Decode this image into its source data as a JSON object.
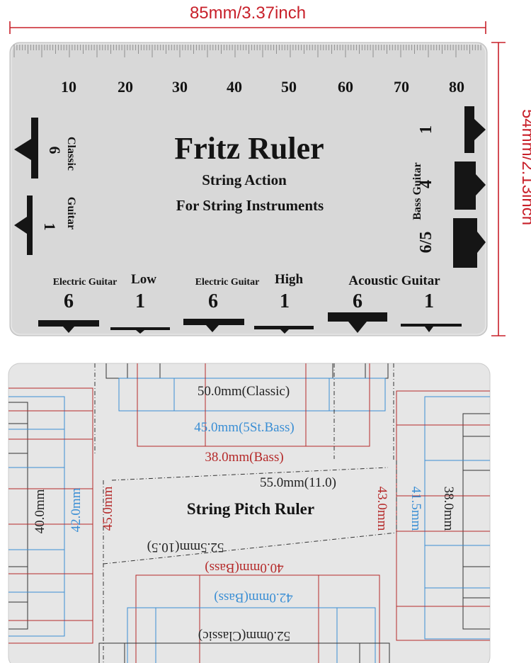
{
  "dimensions": {
    "width_label": "85mm/3.37inch",
    "height_label": "54mm/2.13inch",
    "color": "#c8202a"
  },
  "fritz_ruler": {
    "title": "Fritz Ruler",
    "subtitle_1": "String Action",
    "subtitle_2": "For String Instruments",
    "scale_numbers": [
      "10",
      "20",
      "30",
      "40",
      "50",
      "60",
      "70",
      "80"
    ],
    "classic_guitar": {
      "label_1": "Classic",
      "label_2": "Guitar",
      "upper_number": "6",
      "lower_number": "1"
    },
    "bass_guitar": {
      "label": "Bass Guitar",
      "numbers": [
        "1",
        "4",
        "6/5"
      ]
    },
    "groups": [
      {
        "label_1": "Electric Guitar",
        "label_2": "Low",
        "numbers": [
          "6",
          "1"
        ]
      },
      {
        "label_1": "Electric Guitar",
        "label_2": "High",
        "numbers": [
          "6",
          "1"
        ]
      },
      {
        "label": "Acoustic Guitar",
        "numbers": [
          "6",
          "1"
        ]
      }
    ],
    "card_color": "#d8d8d8"
  },
  "pitch_ruler": {
    "title": "String Pitch Ruler",
    "labels": {
      "classic_top": "50.0mm(Classic)",
      "bass5_top": "45.0mm(5St.Bass)",
      "bass_top": "38.0mm(Bass)",
      "mid_upper": "55.0mm(11.0)",
      "mid_lower": "52.5mm(10.5)",
      "bass_bottom_red": "40.0mm(Bass)",
      "bass_bottom_blue": "42.0mm(Bass)",
      "classic_bottom": "52.0mm(Classic)",
      "left_black": "40.0mm",
      "left_blue": "42.0mm",
      "left_red": "45.0mm",
      "right_red": "43.0mm",
      "right_blue": "41.5mm",
      "right_black": "38.0mm"
    },
    "colors": {
      "black": "#222222",
      "red": "#b52a2a",
      "blue": "#3a8ed4"
    },
    "card_color": "#e6e6e6"
  }
}
